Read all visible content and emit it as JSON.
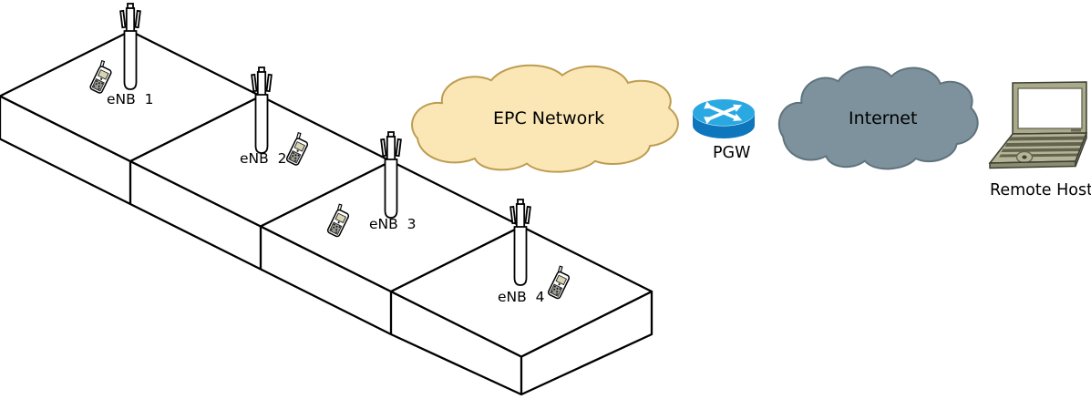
{
  "diagram": {
    "description": "LTE/EPC network topology with four eNB cells connecting through an EPC network and PGW router to the Internet and a remote host",
    "enbs": [
      {
        "label": "eNB  1"
      },
      {
        "label": "eNB  2"
      },
      {
        "label": "eNB  3"
      },
      {
        "label": "eNB  4"
      }
    ],
    "epc_cloud_label": "EPC Network",
    "pgw_label": "PGW",
    "internet_cloud_label": "Internet",
    "remote_host_label": "Remote Host",
    "icons": {
      "enb": "antenna-tower-icon",
      "ue": "mobile-phone-icon",
      "pgw": "router-icon",
      "remote_host": "laptop-icon"
    },
    "colors": {
      "epc_cloud_fill": "#FAE7B5",
      "epc_cloud_stroke": "#BE9C50",
      "internet_cloud_fill": "#7D929C",
      "internet_cloud_stroke": "#5F737D",
      "router_top": "#29A8E1",
      "router_body": "#0E76BC",
      "laptop_body": "#A9A98C",
      "laptop_base": "#B4B497"
    }
  }
}
